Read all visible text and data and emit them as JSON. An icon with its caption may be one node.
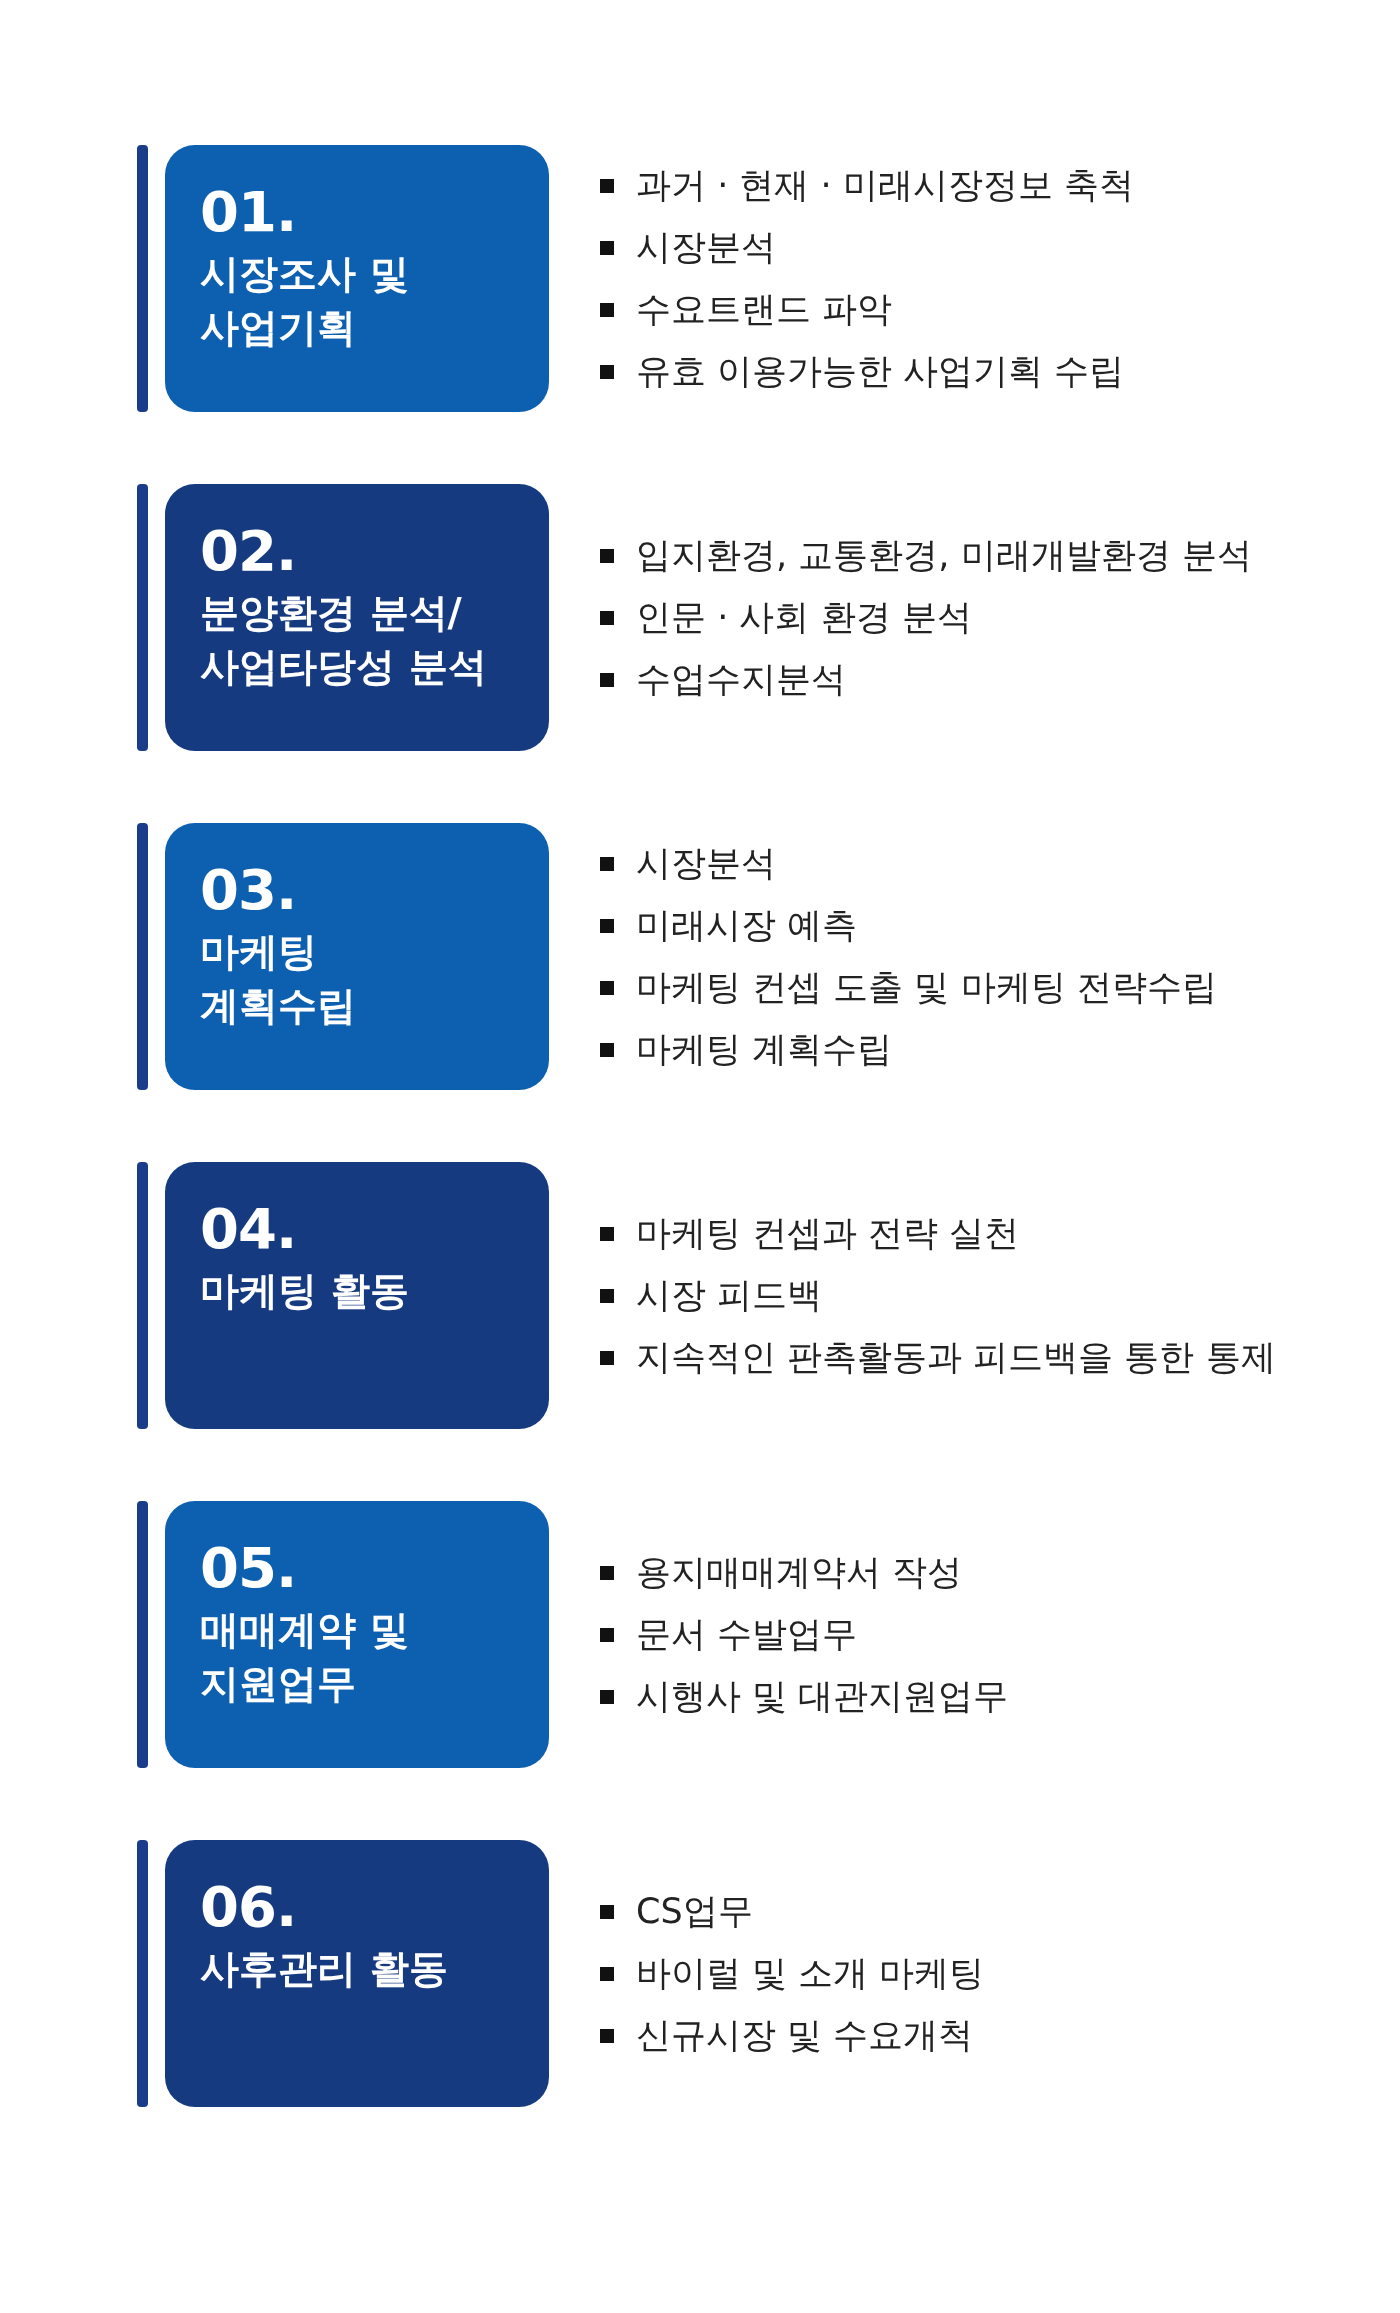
{
  "diagram": {
    "nodes": [
      {
        "text": [
          "01.",
          "시장조사 및 사업기획"
        ],
        "beside": [
          "과거 · 현재 · 미래시장정보 축척",
          "시장분석",
          "수요트랜드 파악",
          "유효 이용가능한 사업기획 수립"
        ]
      },
      {
        "text": [
          "02.",
          "분양환경 분석/ 사업타당성 분석"
        ],
        "beside": [
          "입지환경, 교통환경, 미래개발환경 분석",
          "인문 · 사회 환경 분석",
          "수업수지분석"
        ]
      },
      {
        "text": [
          "03.",
          "마케팅 계획수립"
        ],
        "beside": [
          "시장분석",
          "미래시장 예측",
          "마케팅 컨셉 도출 및 마케팅 전략수립",
          "마케팅 계획수립"
        ]
      },
      {
        "text": [
          "04.",
          "마케팅 활동"
        ],
        "beside": [
          "마케팅 컨셉과 전략 실천",
          "시장 피드백",
          "지속적인 판촉활동과 피드백을 통한 통제"
        ]
      },
      {
        "text": [
          "05.",
          "매매계약 및 지원업무"
        ],
        "beside": [
          "용지매매계약서 작성",
          "문서 수발업무",
          "시행사 및 대관지원업무"
        ]
      },
      {
        "text": [
          "06.",
          "사후관리 활동"
        ],
        "beside": [
          "CS업무",
          "바이럴 및 소개 마케팅",
          "신규시장 및 수요개척"
        ]
      }
    ]
  }
}
